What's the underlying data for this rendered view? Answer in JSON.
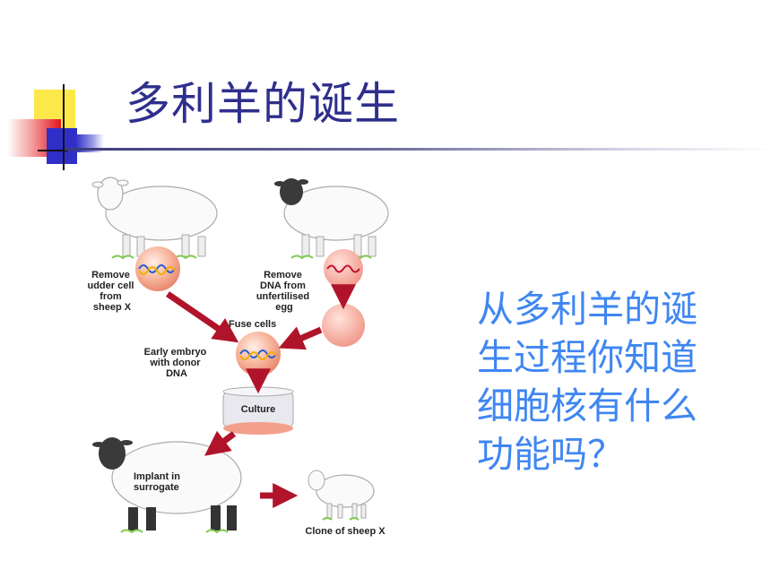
{
  "slide": {
    "title": "多利羊的诞生",
    "question_lines": [
      "从多利羊的诞",
      "生过程你知道",
      "细胞核有什么",
      "功能吗？"
    ],
    "colors": {
      "title": "#2e2f8c",
      "question": "#3f86f2",
      "arrow": "#b0142a",
      "deco_yellow": "#fde84a",
      "deco_red": "#e3131c",
      "deco_blue": "#2f2fc8"
    }
  },
  "diagram": {
    "labels": {
      "remove_udder": [
        "Remove",
        "udder cell",
        "from",
        "sheep X"
      ],
      "remove_dna": [
        "Remove",
        "DNA from",
        "unfertilised",
        "egg"
      ],
      "fuse_cells": "Fuse cells",
      "early_embryo": [
        "Early embryo",
        "with donor",
        "DNA"
      ],
      "culture": "Culture",
      "implant": [
        "Implant in",
        "surrogate"
      ],
      "clone": "Clone of sheep X"
    }
  }
}
